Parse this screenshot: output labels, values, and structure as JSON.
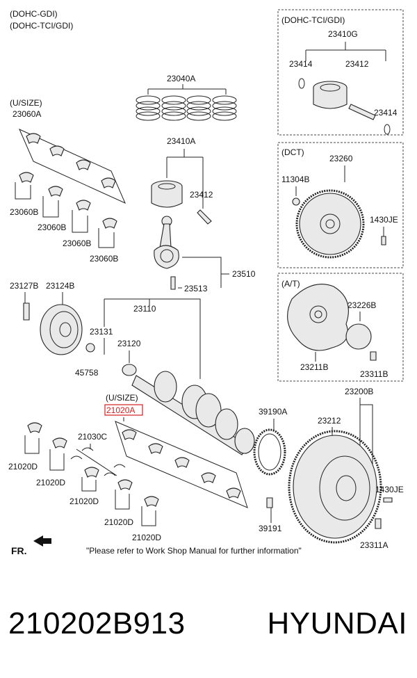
{
  "header": {
    "variant_1": "(DOHC-GDI)",
    "variant_2": "(DOHC-TCI/GDI)"
  },
  "boxes": {
    "tci_title": "(DOHC-TCI/GDI)",
    "dct_title": "(DCT)",
    "at_title": "(A/T)"
  },
  "labels": {
    "usize_1": "(U/SIZE)",
    "usize_2": "(U/SIZE)",
    "p23410G": "23410G",
    "p23414_a": "23414",
    "p23412_a": "23412",
    "p23414_b": "23414",
    "p23040A": "23040A",
    "p23060A": "23060A",
    "p23060B_1": "23060B",
    "p23060B_2": "23060B",
    "p23060B_3": "23060B",
    "p23060B_4": "23060B",
    "p23410A": "23410A",
    "p23412_b": "23412",
    "p23510": "23510",
    "p23513": "23513",
    "p23260": "23260",
    "p11304B": "11304B",
    "p1430JE_a": "1430JE",
    "p23226B": "23226B",
    "p23211B": "23211B",
    "p23311B": "23311B",
    "p23127B": "23127B",
    "p23124B": "23124B",
    "p23110": "23110",
    "p23131": "23131",
    "p23120": "23120",
    "p45758": "45758",
    "p21020A": "21020A",
    "p21030C": "21030C",
    "p21020D_1": "21020D",
    "p21020D_2": "21020D",
    "p21020D_3": "21020D",
    "p21020D_4": "21020D",
    "p21020D_5": "21020D",
    "p39190A": "39190A",
    "p23200B": "23200B",
    "p23212": "23212",
    "p1430JE_b": "1430JE",
    "p39191": "39191",
    "p23311A": "23311A",
    "front": "FR.",
    "note": "\"Please refer to Work Shop Manual for further information\""
  },
  "footer": {
    "part_number": "210202B913",
    "brand": "HYUNDAI"
  },
  "colors": {
    "highlight": "#d11f1f",
    "ink": "#222222"
  }
}
